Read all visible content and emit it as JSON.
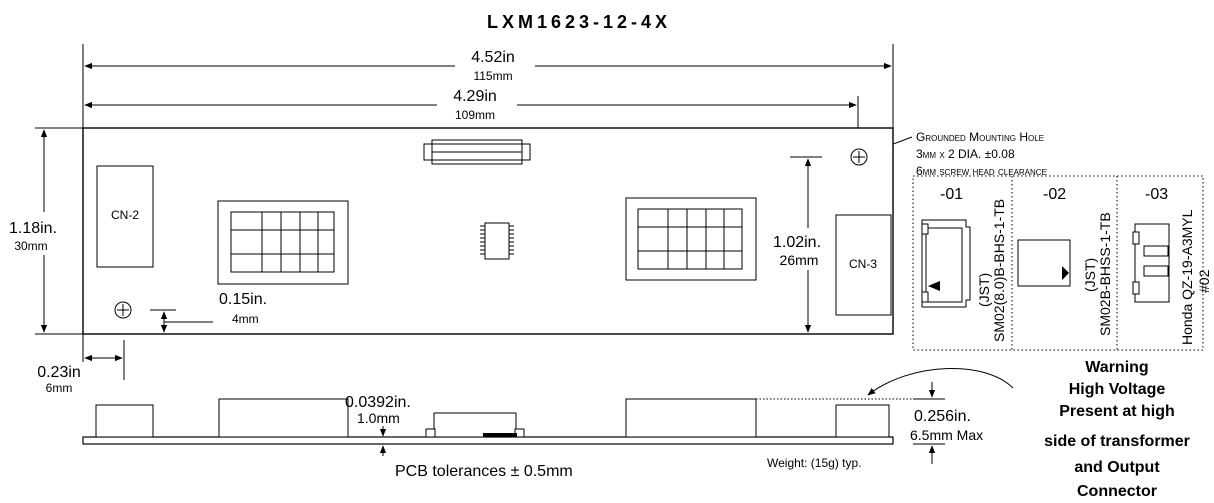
{
  "title": "LXM1623-12-4X",
  "dims": {
    "overall_in": "4.52in",
    "overall_mm": "115mm",
    "holes_in": "4.29in",
    "holes_mm": "109mm",
    "height_in": "1.18in.",
    "height_mm": "30mm",
    "inner_height_in": "1.02in.",
    "inner_height_mm": "26mm",
    "hole_offset_in": "0.15in.",
    "hole_offset_mm": "4mm",
    "left_offset_in": "0.23in",
    "left_offset_mm": "6mm",
    "pcb_thick_in": "0.0392in.",
    "pcb_thick_mm": "1.0mm",
    "max_height_in": "0.256in.",
    "max_height_mm": "6.5mm Max"
  },
  "mounting_hole": {
    "line1": "Grounded Mounting Hole",
    "line2": "3mm x 2 DIA. ±0.08",
    "line3": "6mm screw head clearance"
  },
  "connectors": {
    "cn2": "CN-2",
    "cn3": "CN-3"
  },
  "variants": [
    {
      "code": "-01",
      "part": "SM02(8.0)B-BHS-1-TB",
      "maker": "(JST)"
    },
    {
      "code": "-02",
      "part": "SM02B-BHSS-1-TB",
      "maker": "(JST)"
    },
    {
      "code": "-03",
      "part": "Honda QZ-19-A3MYL",
      "maker": "#02"
    }
  ],
  "warning": [
    "Warning",
    "High Voltage",
    "Present at high",
    "side of transformer",
    "and Output",
    "Connector"
  ],
  "pcb_tolerance": "PCB tolerances ± 0.5mm",
  "weight": "Weight:  (15g) typ."
}
